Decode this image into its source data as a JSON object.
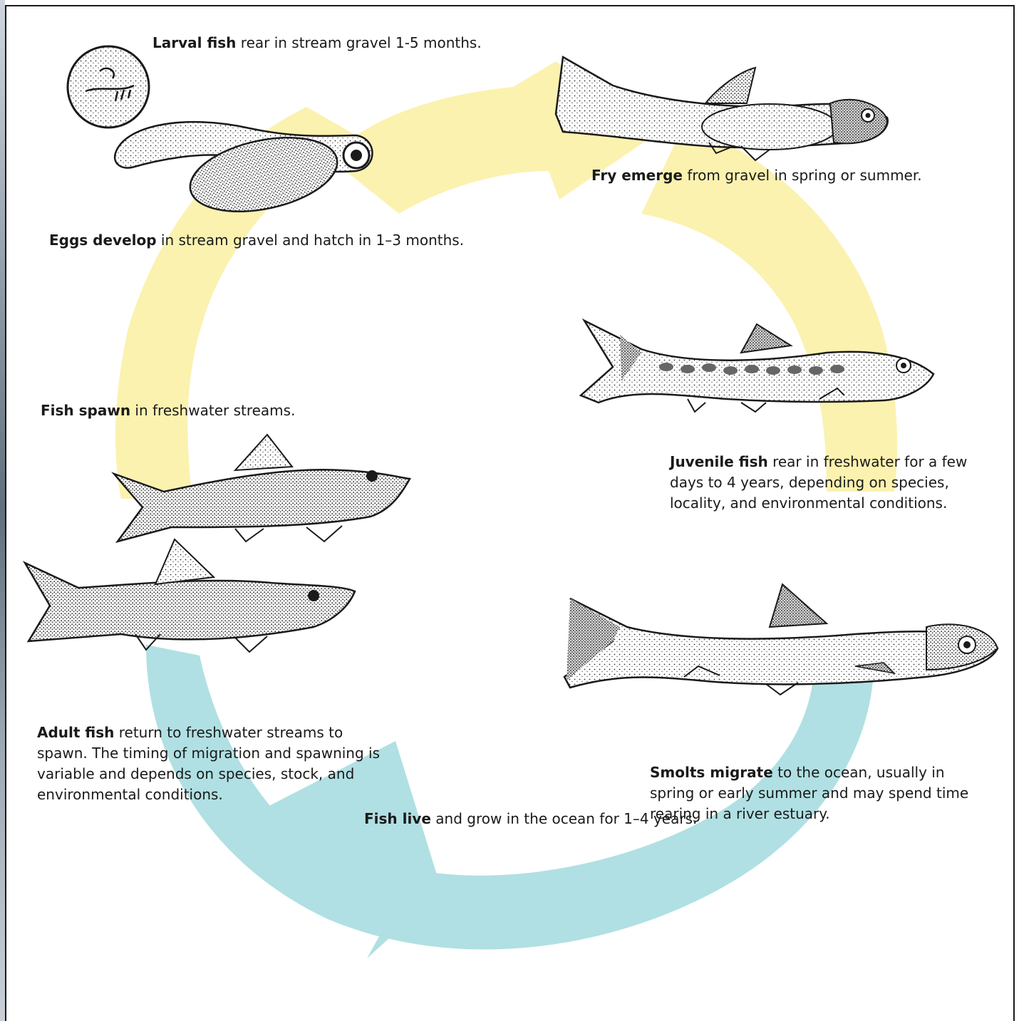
{
  "colors": {
    "freshwater_arrow": "#fbf2b0",
    "ocean_arrow": "#b0e0e3",
    "ink": "#1a1a1a",
    "frame": "#1a1a1a"
  },
  "stages": {
    "larval": {
      "strong": "Larval fish",
      "text": " rear in stream gravel 1-5 months."
    },
    "fry": {
      "strong": "Fry emerge",
      "text": " from gravel in spring or summer."
    },
    "eggs": {
      "strong": "Eggs develop",
      "text": " in stream gravel and hatch in 1–3 months."
    },
    "spawn": {
      "strong": "Fish spawn",
      "text": " in freshwater streams."
    },
    "juvenile": {
      "strong": "Juvenile fish",
      "text": " rear in freshwater for a few days to 4 years, depending on species, locality, and environmental conditions."
    },
    "adult": {
      "strong": "Adult fish",
      "text": " return to freshwater streams to spawn. The timing of migration and spawning is variable and depends on species, stock, and environmental conditions."
    },
    "smolt": {
      "strong": "Smolts migrate",
      "text": " to the ocean, usually in spring or early summer and may spend time rearing in a river estuary."
    },
    "ocean": {
      "strong": "Fish live",
      "text": " and grow in the ocean for 1–4 years."
    }
  }
}
